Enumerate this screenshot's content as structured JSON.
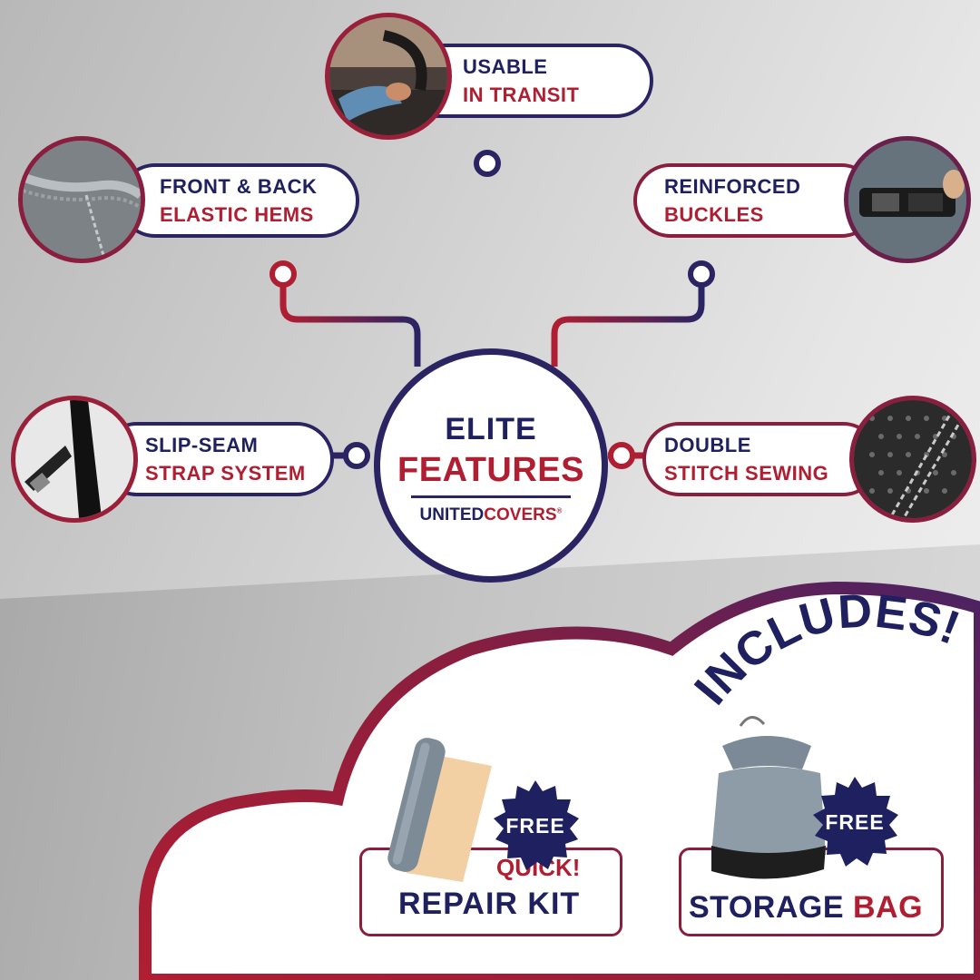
{
  "center": {
    "line1": "ELITE",
    "line2": "FEATURES",
    "brand_a": "UNITED",
    "brand_b": "COVERS",
    "brand_mark": "®"
  },
  "features": {
    "transit": {
      "line1": "USABLE",
      "line2": "IN TRANSIT"
    },
    "hems": {
      "line1": "FRONT & BACK",
      "line2": "ELASTIC HEMS"
    },
    "buckles": {
      "line1": "REINFORCED",
      "line2": "BUCKLES"
    },
    "strap": {
      "line1": "SLIP-SEAM",
      "line2": "STRAP SYSTEM"
    },
    "stitch": {
      "line1": "DOUBLE",
      "line2": "STITCH SEWING"
    }
  },
  "includes": {
    "heading": "INCLUDES!",
    "repair": {
      "badge": "FREE",
      "quick": "QUICK!",
      "label": "REPAIR KIT"
    },
    "storage": {
      "badge": "FREE",
      "label_a": "STORAGE ",
      "label_b": "BAG"
    }
  },
  "colors": {
    "navy": "#1f2060",
    "red": "#b01e32",
    "border": "#2b2463",
    "maroon": "#8a1e3e"
  },
  "icons": [
    "steering-wheel-photo",
    "elastic-hem-photo",
    "buckle-photo",
    "strap-photo",
    "stitch-photo",
    "repair-roll-image",
    "storage-bag-image",
    "starburst-badge"
  ]
}
